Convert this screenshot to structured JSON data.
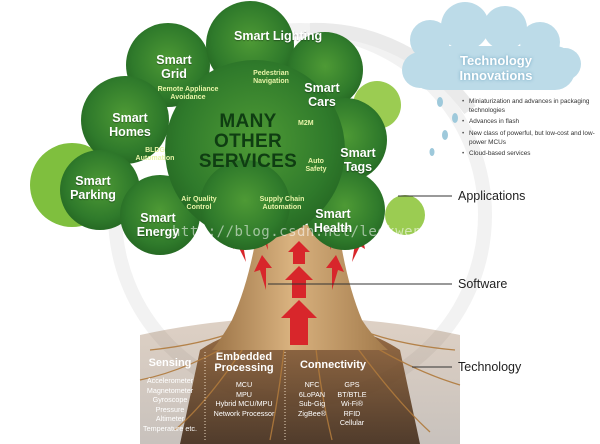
{
  "tree": {
    "applications": [
      "Smart Lighting",
      "Smart Grid",
      "Smart Homes",
      "Smart Cars",
      "Smart Tags",
      "Smart Parking",
      "Smart Energy",
      "Smart Health"
    ],
    "sub_items": [
      "Remote Appliance Avoidance",
      "Pedestrian Navigation",
      "BLDG Automation",
      "M2M",
      "Auto Safety",
      "Air Quality Control",
      "Supply Chain Automation"
    ],
    "center_text": "MANY OTHER SERVICES"
  },
  "layers": [
    "Applications",
    "Software",
    "Technology"
  ],
  "innovations": {
    "title": "Technology Innovations",
    "bullets": [
      "Miniaturization and advances in packaging technologies",
      "Advances in flash",
      "New class of powerful, but low-cost and low-power MCUs",
      "Cloud-based services"
    ]
  },
  "technology": {
    "sensing": {
      "title": "Sensing",
      "items": [
        "Accelerometer",
        "Magnetometer",
        "Gyroscope",
        "Pressure",
        "Altimeter",
        "Temperature etc."
      ]
    },
    "embedded": {
      "title": "Embedded Processing",
      "items": [
        "MCU",
        "MPU",
        "Hybrid MCU/MPU",
        "Network Processor"
      ]
    },
    "connectivity": {
      "title": "Connectivity",
      "items_left": [
        "NFC",
        "6LoPAN",
        "Sub-Gig",
        "ZigBee®"
      ],
      "items_right": [
        "GPS",
        "BT/BTLE",
        "Wi-Fi®",
        "RFID",
        "Cellular"
      ]
    }
  },
  "watermark": "http://blog.csdn.net/leekwen",
  "colors": {
    "canopy_dark": "#2f7a2b",
    "canopy_light": "#7fbf3e",
    "trunk": "#c9a06f",
    "arrow": "#d8262b",
    "cloud": "#b9d9e6",
    "roots": "#7a4a22"
  }
}
